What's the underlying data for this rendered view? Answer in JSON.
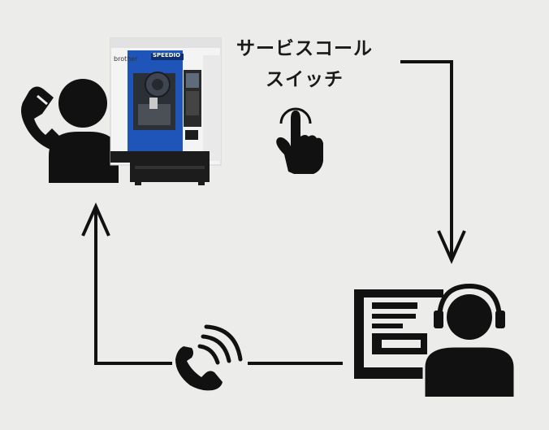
{
  "labels": {
    "line1": "サービスコール",
    "line2": "スイッチ"
  },
  "machine": {
    "brand": "brother",
    "model": "SPEEDIO"
  },
  "colors": {
    "background": "#ecedeb",
    "ink": "#111111",
    "machine_blue": "#1f55b8",
    "machine_white": "#f4f4f4",
    "machine_base": "#1c1c1c"
  },
  "icons": {
    "caller": "person-on-phone-icon",
    "machine": "machining-center-icon",
    "switch": "tap-hand-icon",
    "call": "phone-ringing-icon",
    "operator": "support-operator-icon"
  }
}
